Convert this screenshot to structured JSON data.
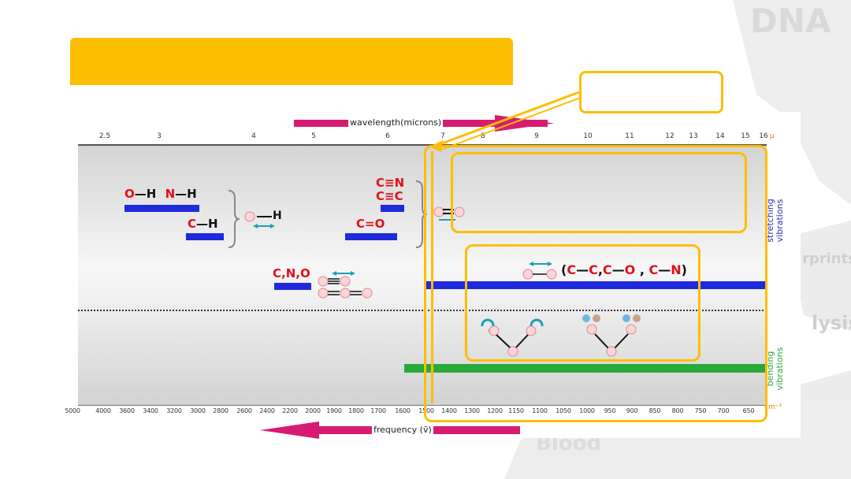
{
  "slide": {
    "watermark_title": "DNA",
    "watermark_right_1": "rprints",
    "watermark_right_2": "lysis",
    "watermark_bottom": "Blood"
  },
  "spectrum": {
    "wavelength_label": "wavelength(microns)",
    "frequency_label": "frequency (ṽ)",
    "wavelength_ticks": [
      "2.5",
      "3",
      "4",
      "5",
      "6",
      "7",
      "8",
      "9",
      "10",
      "11",
      "12",
      "13",
      "14",
      "15",
      "16"
    ],
    "wavelength_unit": "μ",
    "frequency_ticks": [
      "5000",
      "4000",
      "3600",
      "3400",
      "3200",
      "3000",
      "2800",
      "2600",
      "2400",
      "2200",
      "2000",
      "1900",
      "1800",
      "1700",
      "1600",
      "1500",
      "1400",
      "1300",
      "1200",
      "1150",
      "1100",
      "1050",
      "1000",
      "950",
      "900",
      "850",
      "800",
      "750",
      "700",
      "650"
    ],
    "frequency_unit": "cm⁻¹",
    "stretching_label_1": "stretching",
    "stretching_label_2": "vibrations",
    "bending_label_1": "bending",
    "bending_label_2": "vibrations",
    "bonds": {
      "oh": "O",
      "oh_rest": "—H",
      "nh": "N",
      "nh_rest": "—H",
      "ch": "C",
      "ch_rest": "—H",
      "h_atom": "H",
      "cn_triple": "C≡N",
      "cc_triple": "C≡C",
      "co_double_c": "C",
      "co_double_rest": "=O",
      "cno": "C,N,O",
      "single_bonds_open": "(",
      "single_c1": "C",
      "single_dash1": "—",
      "single_c2": "C",
      "single_comma1": ",",
      "single_c3": "C",
      "single_dash2": "—",
      "single_o": "O",
      "single_comma2": " , ",
      "single_c4": "C",
      "single_dash3": "—",
      "single_n": "N",
      "single_bonds_close": ")"
    }
  },
  "colors": {
    "accent_yellow": "#fdbe02",
    "stretch_blue": "#1f2bdb",
    "bend_green": "#2aa83a",
    "arrow_magenta": "#d81b72",
    "atom_red": "#e0101a"
  }
}
